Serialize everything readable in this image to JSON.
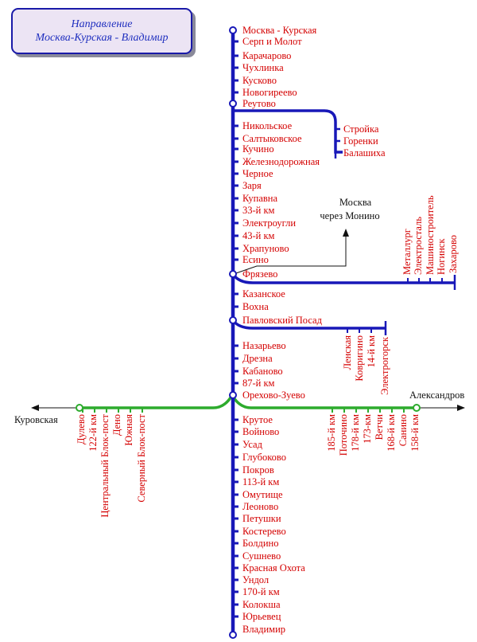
{
  "header": {
    "line1": "Направление",
    "line2": "Москва-Курская - Владимир"
  },
  "colors": {
    "main_line": "#1818b8",
    "branch_line": "#2dab2d",
    "station_text": "#d40000",
    "direction_text": "#111111",
    "header_text": "#1f2fbf",
    "header_bg": "#ece4f4"
  },
  "main_line_stations": [
    "Москва - Курская",
    "Серп и Молот",
    "Карачарово",
    "Чухлинка",
    "Кусково",
    "Новогиреево",
    "Реутово",
    "Никольское",
    "Салтыковское",
    "Кучино",
    "Железнодорожная",
    "Черное",
    "Заря",
    "Купавна",
    "33-й км",
    "Электроугли",
    "43-й км",
    "Храпуново",
    "Есино",
    "Фрязево",
    "Казанское",
    "Вохна",
    "Павловский Посад",
    "Назарьево",
    "Дрезна",
    "Кабаново",
    "87-й км",
    "Орехово-Зуево",
    "Крутое",
    "Войново",
    "Усад",
    "Глубоково",
    "Покров",
    "113-й км",
    "Омутище",
    "Леоново",
    "Петушки",
    "Костерево",
    "Болдино",
    "Сушнево",
    "Красная Охота",
    "Ундол",
    "170-й км",
    "Колокша",
    "Юрьевец",
    "Владимир"
  ],
  "branches": {
    "balashikha": {
      "stations": [
        "Стройка",
        "Горенки",
        "Балашиха"
      ]
    },
    "monino": {
      "label_line1": "Москва",
      "label_line2": "через Монино"
    },
    "fryazevo_branch": {
      "stations": [
        "Металлург",
        "Электросталь",
        "Машиностроитель",
        "Ногинск",
        "Захарово"
      ]
    },
    "pavlovsky_branch": {
      "stations": [
        "Ленская",
        "Ковригино",
        "14-й км",
        "Электрогорск"
      ]
    },
    "kurovskaya": {
      "direction": "Куровская",
      "stations": [
        "Дулево",
        "122-й км",
        "Центральный Блок-пост",
        "Дено",
        "Южная",
        "Северный Блок-пост"
      ]
    },
    "alexandrov": {
      "direction": "Александров",
      "stations": [
        "185-й км",
        "Поточино",
        "178-й км",
        "173-км",
        "Ветчи",
        "168-й км",
        "Санино",
        "158-й км"
      ]
    }
  }
}
